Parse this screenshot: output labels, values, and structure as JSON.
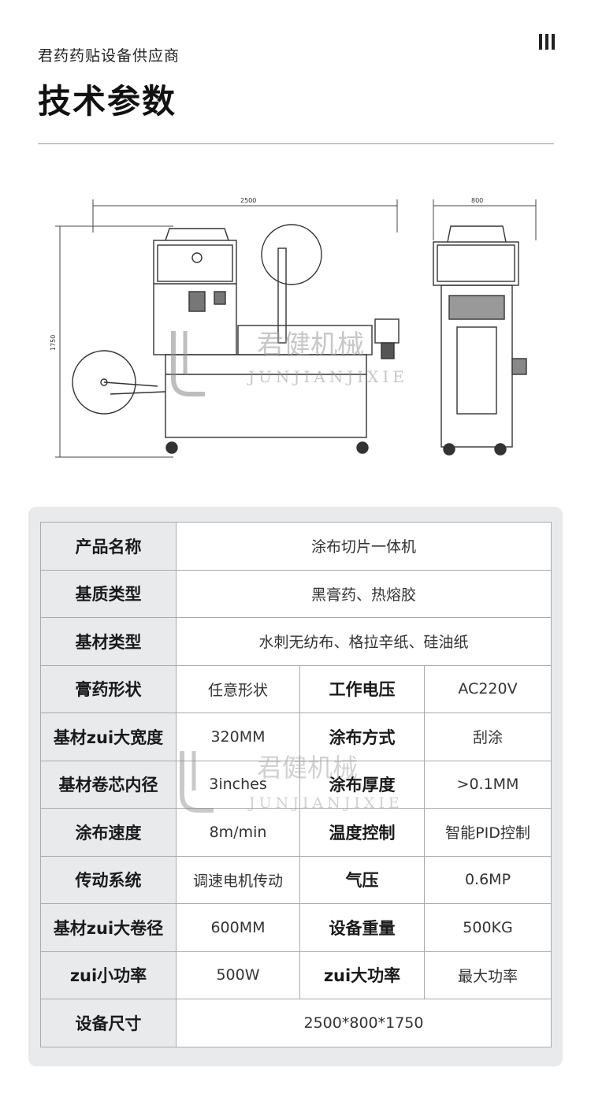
{
  "header": {
    "supplier": "君药药贴设备供应商",
    "title": "技术参数",
    "menu_icon": "menu-bars-icon"
  },
  "drawing": {
    "dim_width": "2500",
    "dim_height": "1750",
    "dim_depth": "800",
    "watermark_cn": "君健机械",
    "watermark_en": "JUNJIANJIXIE"
  },
  "specs": {
    "rows": [
      {
        "k1": "产品名称",
        "v1": "涂布切片一体机"
      },
      {
        "k1": "基质类型",
        "v1": "黑膏药、热熔胶"
      },
      {
        "k1": "基材类型",
        "v1": "水刺无纺布、格拉辛纸、硅油纸"
      },
      {
        "k1": "膏药形状",
        "v1": "任意形状",
        "k2": "工作电压",
        "v2": "AC220V"
      },
      {
        "k1": "基材zui大宽度",
        "v1": "320MM",
        "k2": "涂布方式",
        "v2": "刮涂"
      },
      {
        "k1": "基材卷芯内径",
        "v1": "3inches",
        "k2": "涂布厚度",
        "v2": ">0.1MM"
      },
      {
        "k1": "涂布速度",
        "v1": "8m/min",
        "k2": "温度控制",
        "v2": "智能PID控制"
      },
      {
        "k1": "传动系统",
        "v1": "调速电机传动",
        "k2": "气压",
        "v2": "0.6MP"
      },
      {
        "k1": "基材zui大卷径",
        "v1": "600MM",
        "k2": "设备重量",
        "v2": "500KG"
      },
      {
        "k1": "zui小功率",
        "v1": "500W",
        "k2": "zui大功率",
        "v2": "最大功率"
      },
      {
        "k1": "设备尺寸",
        "v1": "2500*800*1750"
      }
    ]
  },
  "colors": {
    "panel_bg": "#e9eaec",
    "border": "#a9abaf",
    "title": "#111111"
  }
}
